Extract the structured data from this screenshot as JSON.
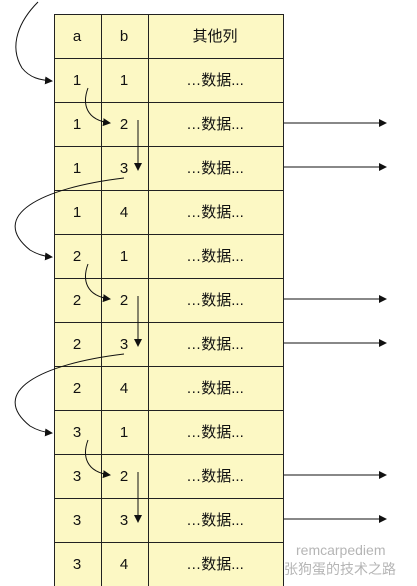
{
  "table": {
    "headers": [
      "a",
      "b",
      "其他列"
    ],
    "rows": [
      {
        "a": "1",
        "b": "1",
        "data": "…数据..."
      },
      {
        "a": "1",
        "b": "2",
        "data": "…数据..."
      },
      {
        "a": "1",
        "b": "3",
        "data": "…数据..."
      },
      {
        "a": "1",
        "b": "4",
        "data": "…数据..."
      },
      {
        "a": "2",
        "b": "1",
        "data": "…数据..."
      },
      {
        "a": "2",
        "b": "2",
        "data": "…数据..."
      },
      {
        "a": "2",
        "b": "3",
        "data": "…数据..."
      },
      {
        "a": "2",
        "b": "4",
        "data": "…数据..."
      },
      {
        "a": "3",
        "b": "1",
        "data": "…数据..."
      },
      {
        "a": "3",
        "b": "2",
        "data": "…数据..."
      },
      {
        "a": "3",
        "b": "3",
        "data": "…数据..."
      },
      {
        "a": "3",
        "b": "4",
        "data": "…数据..."
      }
    ]
  },
  "output_rows": [
    1,
    2,
    5,
    6,
    9,
    10
  ],
  "watermark": {
    "line1": "remcarpediem",
    "line2": "张狗蛋的技术之路"
  },
  "colors": {
    "cell_fill": "#fcf8c4",
    "border": "#222222",
    "watermark": "#b5b5b5"
  }
}
